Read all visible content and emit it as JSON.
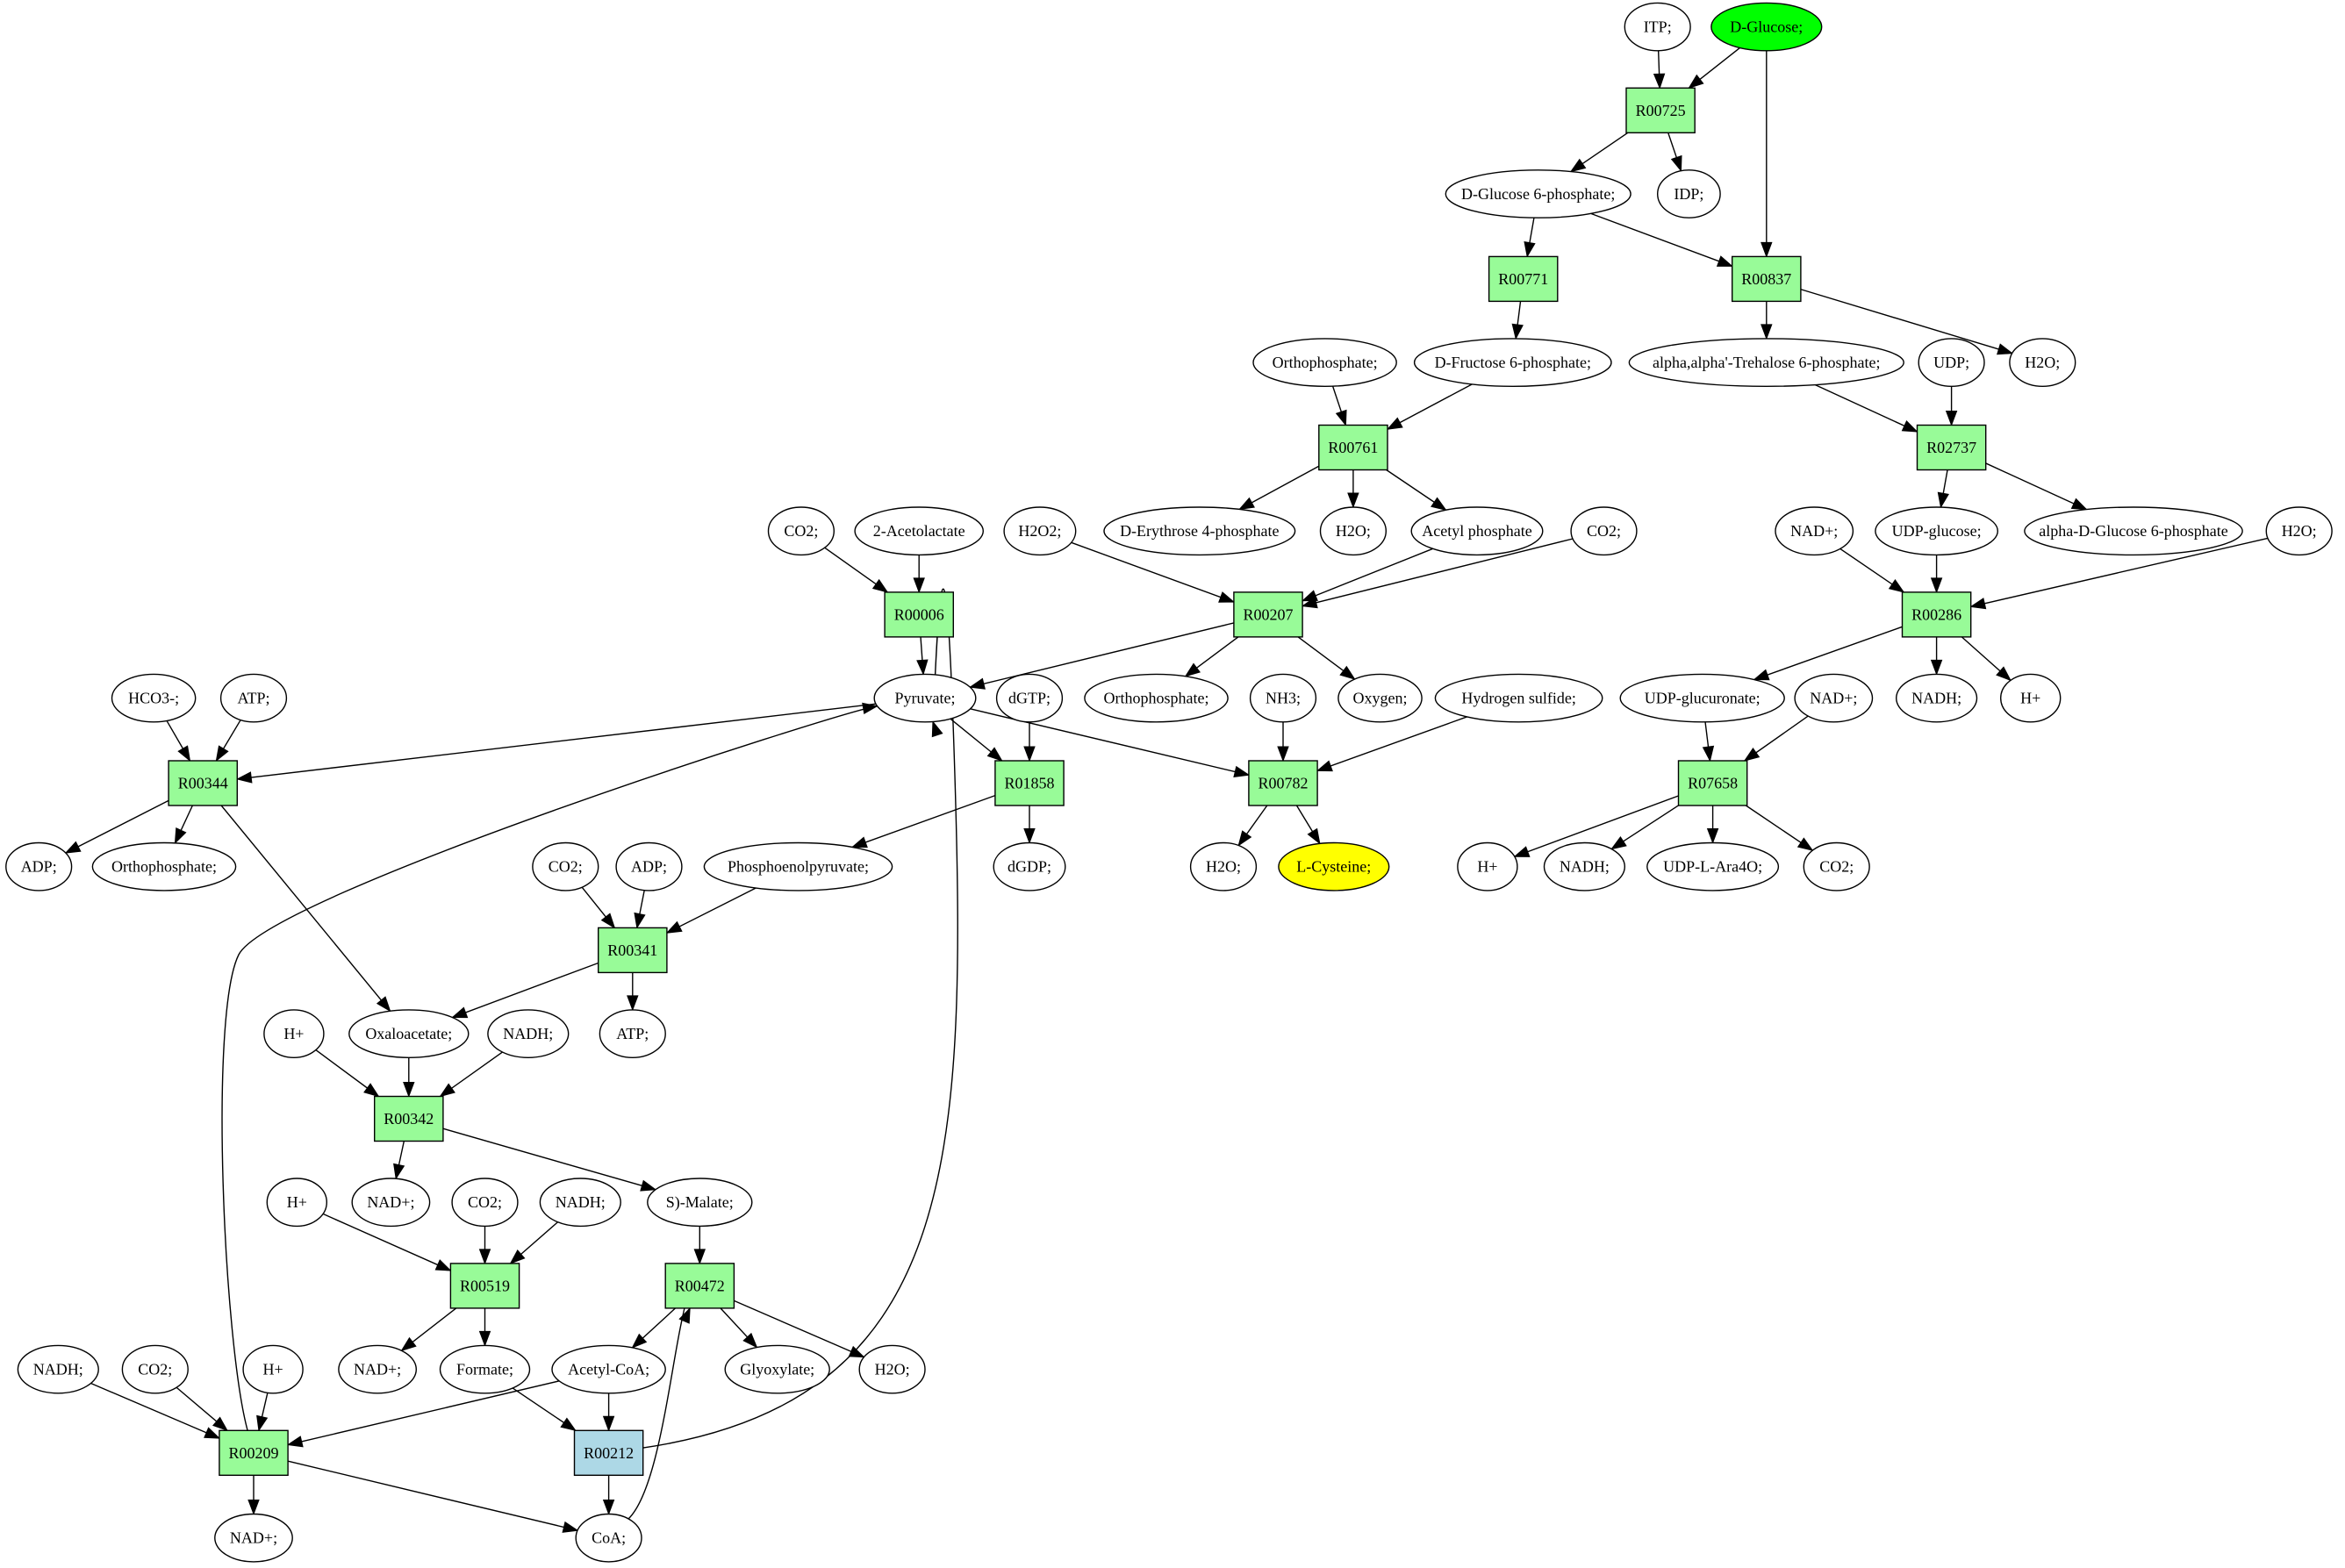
{
  "colors": {
    "reaction_fill": "#98fb98",
    "reaction_alt_fill": "#add8e6",
    "compound_fill": "#ffffff",
    "source_fill": "#00ff00",
    "target_fill": "#ffff00",
    "stroke": "#000000"
  },
  "nodes": [
    {
      "id": "itp",
      "kind": "compound",
      "label": "ITP;"
    },
    {
      "id": "dglucose",
      "kind": "compound",
      "label": "D-Glucose;",
      "fill": "#00ff00"
    },
    {
      "id": "R00725",
      "kind": "reaction",
      "label": "R00725"
    },
    {
      "id": "g6p",
      "kind": "compound",
      "label": "D-Glucose 6-phosphate;"
    },
    {
      "id": "idp",
      "kind": "compound",
      "label": "IDP;"
    },
    {
      "id": "R00771",
      "kind": "reaction",
      "label": "R00771"
    },
    {
      "id": "R00837",
      "kind": "reaction",
      "label": "R00837"
    },
    {
      "id": "orthop1",
      "kind": "compound",
      "label": "Orthophosphate;"
    },
    {
      "id": "f6p",
      "kind": "compound",
      "label": "D-Fructose 6-phosphate;"
    },
    {
      "id": "tre6p",
      "kind": "compound",
      "label": "alpha,alpha'-Trehalose 6-phosphate;"
    },
    {
      "id": "udp",
      "kind": "compound",
      "label": "UDP;"
    },
    {
      "id": "h2o_a",
      "kind": "compound",
      "label": "H2O;"
    },
    {
      "id": "R00761",
      "kind": "reaction",
      "label": "R00761"
    },
    {
      "id": "R02737",
      "kind": "reaction",
      "label": "R02737"
    },
    {
      "id": "co2_a",
      "kind": "compound",
      "label": "CO2;"
    },
    {
      "id": "acetolactate",
      "kind": "compound",
      "label": "2-Acetolactate"
    },
    {
      "id": "h2o2",
      "kind": "compound",
      "label": "H2O2;"
    },
    {
      "id": "e4p",
      "kind": "compound",
      "label": "D-Erythrose 4-phosphate"
    },
    {
      "id": "h2o_b",
      "kind": "compound",
      "label": "H2O;"
    },
    {
      "id": "acetylp",
      "kind": "compound",
      "label": "Acetyl phosphate"
    },
    {
      "id": "co2_b",
      "kind": "compound",
      "label": "CO2;"
    },
    {
      "id": "nadp_a",
      "kind": "compound",
      "label": "NAD+;"
    },
    {
      "id": "udpglc",
      "kind": "compound",
      "label": "UDP-glucose;"
    },
    {
      "id": "ag6p",
      "kind": "compound",
      "label": "alpha-D-Glucose 6-phosphate"
    },
    {
      "id": "h2o_c",
      "kind": "compound",
      "label": "H2O;"
    },
    {
      "id": "R00006",
      "kind": "reaction",
      "label": "R00006"
    },
    {
      "id": "R00207",
      "kind": "reaction",
      "label": "R00207"
    },
    {
      "id": "R00286",
      "kind": "reaction",
      "label": "R00286"
    },
    {
      "id": "hco3",
      "kind": "compound",
      "label": "HCO3-;"
    },
    {
      "id": "atp_a",
      "kind": "compound",
      "label": "ATP;"
    },
    {
      "id": "pyruvate",
      "kind": "compound",
      "label": "Pyruvate;"
    },
    {
      "id": "dgtp",
      "kind": "compound",
      "label": "dGTP;"
    },
    {
      "id": "orthop2",
      "kind": "compound",
      "label": "Orthophosphate;"
    },
    {
      "id": "nh3",
      "kind": "compound",
      "label": "NH3;"
    },
    {
      "id": "oxygen",
      "kind": "compound",
      "label": "Oxygen;"
    },
    {
      "id": "h2s",
      "kind": "compound",
      "label": "Hydrogen sulfide;"
    },
    {
      "id": "udpglcA",
      "kind": "compound",
      "label": "UDP-glucuronate;"
    },
    {
      "id": "nadp_b",
      "kind": "compound",
      "label": "NAD+;"
    },
    {
      "id": "nadh_a",
      "kind": "compound",
      "label": "NADH;"
    },
    {
      "id": "h_a",
      "kind": "compound",
      "label": "H+"
    },
    {
      "id": "R00344",
      "kind": "reaction",
      "label": "R00344"
    },
    {
      "id": "R01858",
      "kind": "reaction",
      "label": "R01858"
    },
    {
      "id": "R00782",
      "kind": "reaction",
      "label": "R00782"
    },
    {
      "id": "R07658",
      "kind": "reaction",
      "label": "R07658"
    },
    {
      "id": "adp_a",
      "kind": "compound",
      "label": "ADP;"
    },
    {
      "id": "orthop3",
      "kind": "compound",
      "label": "Orthophosphate;"
    },
    {
      "id": "co2_c",
      "kind": "compound",
      "label": "CO2;"
    },
    {
      "id": "adp_b",
      "kind": "compound",
      "label": "ADP;"
    },
    {
      "id": "pep",
      "kind": "compound",
      "label": "Phosphoenolpyruvate;"
    },
    {
      "id": "dgdp",
      "kind": "compound",
      "label": "dGDP;"
    },
    {
      "id": "h2o_d",
      "kind": "compound",
      "label": "H2O;"
    },
    {
      "id": "lcys",
      "kind": "compound",
      "label": "L-Cysteine;",
      "fill": "#ffff00"
    },
    {
      "id": "h_b",
      "kind": "compound",
      "label": "H+"
    },
    {
      "id": "nadh_b",
      "kind": "compound",
      "label": "NADH;"
    },
    {
      "id": "udpara",
      "kind": "compound",
      "label": "UDP-L-Ara4O;"
    },
    {
      "id": "co2_d",
      "kind": "compound",
      "label": "CO2;"
    },
    {
      "id": "R00341",
      "kind": "reaction",
      "label": "R00341"
    },
    {
      "id": "h_c",
      "kind": "compound",
      "label": "H+"
    },
    {
      "id": "oaa",
      "kind": "compound",
      "label": "Oxaloacetate;"
    },
    {
      "id": "nadh_c",
      "kind": "compound",
      "label": "NADH;"
    },
    {
      "id": "atp_b",
      "kind": "compound",
      "label": "ATP;"
    },
    {
      "id": "R00342",
      "kind": "reaction",
      "label": "R00342"
    },
    {
      "id": "h_d",
      "kind": "compound",
      "label": "H+"
    },
    {
      "id": "nadp_c",
      "kind": "compound",
      "label": "NAD+;"
    },
    {
      "id": "co2_e",
      "kind": "compound",
      "label": "CO2;"
    },
    {
      "id": "nadh_d",
      "kind": "compound",
      "label": "NADH;"
    },
    {
      "id": "malate",
      "kind": "compound",
      "label": "S)-Malate;"
    },
    {
      "id": "R00519",
      "kind": "reaction",
      "label": "R00519"
    },
    {
      "id": "R00472",
      "kind": "reaction",
      "label": "R00472"
    },
    {
      "id": "nadh_e",
      "kind": "compound",
      "label": "NADH;"
    },
    {
      "id": "co2_f",
      "kind": "compound",
      "label": "CO2;"
    },
    {
      "id": "h_e",
      "kind": "compound",
      "label": "H+"
    },
    {
      "id": "nadp_d",
      "kind": "compound",
      "label": "NAD+;"
    },
    {
      "id": "formate",
      "kind": "compound",
      "label": "Formate;"
    },
    {
      "id": "acetylcoa",
      "kind": "compound",
      "label": "Acetyl-CoA;"
    },
    {
      "id": "glyoxylate",
      "kind": "compound",
      "label": "Glyoxylate;"
    },
    {
      "id": "h2o_e",
      "kind": "compound",
      "label": "H2O;"
    },
    {
      "id": "R00209",
      "kind": "reaction",
      "label": "R00209"
    },
    {
      "id": "R00212",
      "kind": "reaction",
      "label": "R00212",
      "fill": "#add8e6"
    },
    {
      "id": "nadp_e",
      "kind": "compound",
      "label": "NAD+;"
    },
    {
      "id": "coa",
      "kind": "compound",
      "label": "CoA;"
    }
  ],
  "edges": [
    [
      "itp",
      "R00725"
    ],
    [
      "dglucose",
      "R00725"
    ],
    [
      "dglucose",
      "R00837"
    ],
    [
      "R00725",
      "g6p"
    ],
    [
      "R00725",
      "idp"
    ],
    [
      "g6p",
      "R00771"
    ],
    [
      "g6p",
      "R00837"
    ],
    [
      "R00771",
      "f6p"
    ],
    [
      "R00837",
      "tre6p"
    ],
    [
      "R00837",
      "h2o_a"
    ],
    [
      "orthop1",
      "R00761"
    ],
    [
      "f6p",
      "R00761"
    ],
    [
      "tre6p",
      "R02737"
    ],
    [
      "udp",
      "R02737"
    ],
    [
      "R00761",
      "e4p"
    ],
    [
      "R00761",
      "h2o_b"
    ],
    [
      "R00761",
      "acetylp"
    ],
    [
      "R02737",
      "udpglc"
    ],
    [
      "R02737",
      "ag6p"
    ],
    [
      "co2_a",
      "R00006"
    ],
    [
      "acetolactate",
      "R00006"
    ],
    [
      "h2o2",
      "R00207"
    ],
    [
      "acetylp",
      "R00207"
    ],
    [
      "co2_b",
      "R00207"
    ],
    [
      "nadp_a",
      "R00286"
    ],
    [
      "udpglc",
      "R00286"
    ],
    [
      "h2o_c",
      "R00286"
    ],
    [
      "R00006",
      "pyruvate"
    ],
    [
      "R00207",
      "pyruvate"
    ],
    [
      "R00207",
      "orthop2"
    ],
    [
      "R00207",
      "oxygen"
    ],
    [
      "R00286",
      "udpglcA"
    ],
    [
      "R00286",
      "nadh_a"
    ],
    [
      "R00286",
      "h_a"
    ],
    [
      "hco3",
      "R00344"
    ],
    [
      "atp_a",
      "R00344"
    ],
    [
      "pyruvate",
      "R00344"
    ],
    [
      "pyruvate",
      "R01858"
    ],
    [
      "dgtp",
      "R01858"
    ],
    [
      "pyruvate",
      "R00782"
    ],
    [
      "nh3",
      "R00782"
    ],
    [
      "h2s",
      "R00782"
    ],
    [
      "udpglcA",
      "R07658"
    ],
    [
      "nadp_b",
      "R07658"
    ],
    [
      "R00344",
      "adp_a"
    ],
    [
      "R00344",
      "orthop3"
    ],
    [
      "R00344",
      "oaa"
    ],
    [
      "R01858",
      "pep"
    ],
    [
      "R01858",
      "dgdp"
    ],
    [
      "R00782",
      "h2o_d"
    ],
    [
      "R00782",
      "lcys"
    ],
    [
      "R07658",
      "h_b"
    ],
    [
      "R07658",
      "nadh_b"
    ],
    [
      "R07658",
      "udpara"
    ],
    [
      "R07658",
      "co2_d"
    ],
    [
      "co2_c",
      "R00341"
    ],
    [
      "adp_b",
      "R00341"
    ],
    [
      "pep",
      "R00341"
    ],
    [
      "R00341",
      "oaa"
    ],
    [
      "R00341",
      "atp_b"
    ],
    [
      "h_c",
      "R00342"
    ],
    [
      "oaa",
      "R00342"
    ],
    [
      "nadh_c",
      "R00342"
    ],
    [
      "R00342",
      "nadp_c"
    ],
    [
      "R00342",
      "malate"
    ],
    [
      "h_d",
      "R00519"
    ],
    [
      "co2_e",
      "R00519"
    ],
    [
      "nadh_d",
      "R00519"
    ],
    [
      "malate",
      "R00472"
    ],
    [
      "R00519",
      "nadp_d"
    ],
    [
      "R00519",
      "formate"
    ],
    [
      "R00472",
      "acetylcoa"
    ],
    [
      "R00472",
      "glyoxylate"
    ],
    [
      "R00472",
      "h2o_e"
    ],
    [
      "nadh_e",
      "R00209"
    ],
    [
      "co2_f",
      "R00209"
    ],
    [
      "h_e",
      "R00209"
    ],
    [
      "acetylcoa",
      "R00209"
    ],
    [
      "formate",
      "R00212"
    ],
    [
      "acetylcoa",
      "R00212"
    ],
    [
      "R00209",
      "pyruvate"
    ],
    [
      "R00209",
      "nadp_e"
    ],
    [
      "R00209",
      "coa"
    ],
    [
      "R00212",
      "pyruvate"
    ],
    [
      "R00212",
      "coa"
    ],
    [
      "coa",
      "R00472"
    ]
  ]
}
